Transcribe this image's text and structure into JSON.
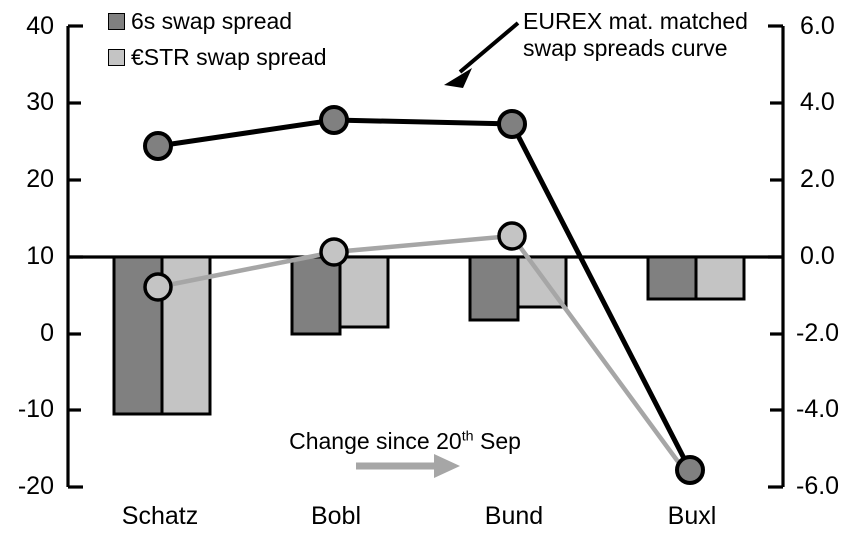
{
  "chart_data": {
    "type": "bar",
    "title": "",
    "xlabel": "",
    "categories": [
      "Schatz",
      "Bobl",
      "Bund",
      "Buxl"
    ],
    "grid": false,
    "legend_position": "top-left",
    "left_axis": {
      "label": "",
      "ylim": [
        -20,
        40
      ],
      "ticks": [
        40,
        30,
        20,
        10,
        0,
        -10,
        -20
      ],
      "tick_labels": [
        "40",
        "30",
        "20",
        "10",
        "0",
        "-10",
        "-20"
      ]
    },
    "right_axis": {
      "label": "",
      "ylim": [
        -6.0,
        6.0
      ],
      "ticks": [
        6.0,
        4.0,
        2.0,
        0.0,
        -2.0,
        -4.0,
        -6.0
      ],
      "tick_labels": [
        "6.0",
        "4.0",
        "2.0",
        "0.0",
        "-2.0",
        "-4.0",
        "-6.0"
      ]
    },
    "series": [
      {
        "name": "6s swap spread",
        "type": "bar",
        "axis": "right",
        "color": "#808080",
        "values": [
          -4.05,
          -1.95,
          -1.55,
          -1.05
        ]
      },
      {
        "name": "€STR swap spread",
        "type": "bar",
        "axis": "right",
        "color": "#c4c4c4",
        "values": [
          -4.05,
          -1.85,
          -1.35,
          -1.05
        ]
      },
      {
        "name": "EUREX mat. matched swap spreads curve",
        "type": "line",
        "axis": "left",
        "color": "#000000",
        "marker_fill": "#808080",
        "values": [
          24.6,
          28.0,
          27.4,
          -17.9
        ]
      },
      {
        "name": "Change since 20th Sep",
        "type": "line",
        "axis": "left",
        "color": "#a6a6a6",
        "marker_fill": "#c4c4c4",
        "values": [
          6.1,
          10.6,
          12.8,
          -18.6
        ]
      }
    ]
  },
  "legend": {
    "items": [
      {
        "label": "6s swap spread",
        "color": "#808080"
      },
      {
        "label": "€STR swap spread",
        "color": "#c4c4c4"
      }
    ]
  },
  "annotations": {
    "curve_note": {
      "line1": "EUREX mat. matched",
      "line2": "swap spreads curve"
    },
    "change_note": {
      "prefix": "Change since 20",
      "sup": "th",
      "suffix": " Sep"
    }
  },
  "colors": {
    "bar_dark": "#808080",
    "bar_light": "#c4c4c4",
    "line_black": "#000000",
    "line_gray": "#a6a6a6",
    "axis": "#000000",
    "background": "#ffffff"
  }
}
